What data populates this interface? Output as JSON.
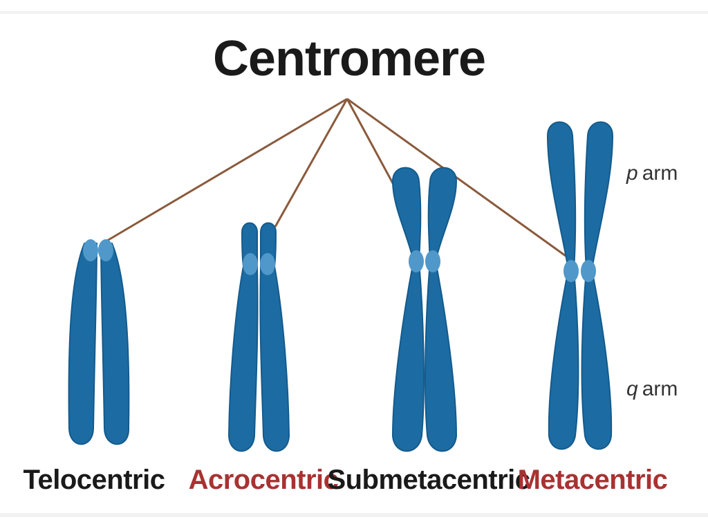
{
  "title": "Centromere",
  "chromosomes": [
    {
      "name": "Telocentric",
      "label_color": "#1a1a1a"
    },
    {
      "name": "Acrocentric",
      "label_color": "#a83232"
    },
    {
      "name": "Submetacentric",
      "label_color": "#1a1a1a"
    },
    {
      "name": "Metacentric",
      "label_color": "#a83232"
    }
  ],
  "arm_labels": {
    "p_letter": "p",
    "p_word": "arm",
    "q_letter": "q",
    "q_word": "arm"
  },
  "colors": {
    "chromatid": "#1c6ca3",
    "chromatid_edge": "#145a8c",
    "centromere": "#4f98c9",
    "pointer_line": "#8a5a3c"
  }
}
